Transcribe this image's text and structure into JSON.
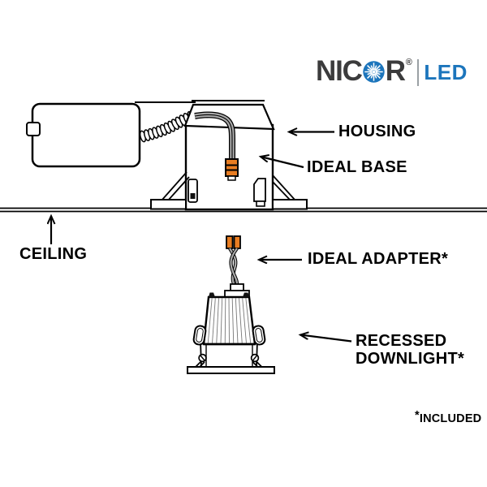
{
  "logo": {
    "nic": "NIC",
    "r": "R",
    "registered": "®",
    "led": "LED"
  },
  "labels": {
    "housing": "HOUSING",
    "ideal_base": "IDEAL BASE",
    "ceiling": "CEILING",
    "ideal_adapter": "IDEAL ADAPTER*",
    "recessed_downlight_1": "RECESSED",
    "recessed_downlight_2": "DOWNLIGHT*",
    "footnote_star": "*",
    "footnote": "INCLUDED"
  },
  "colors": {
    "background": "#ffffff",
    "line_art": "#000000",
    "connector_orange": "#e87d22",
    "wire_gray": "#aaaaaa",
    "logo_dark": "#3b3b3c",
    "logo_blue": "#1c75bc",
    "logo_divider": "#9aa0a4"
  }
}
